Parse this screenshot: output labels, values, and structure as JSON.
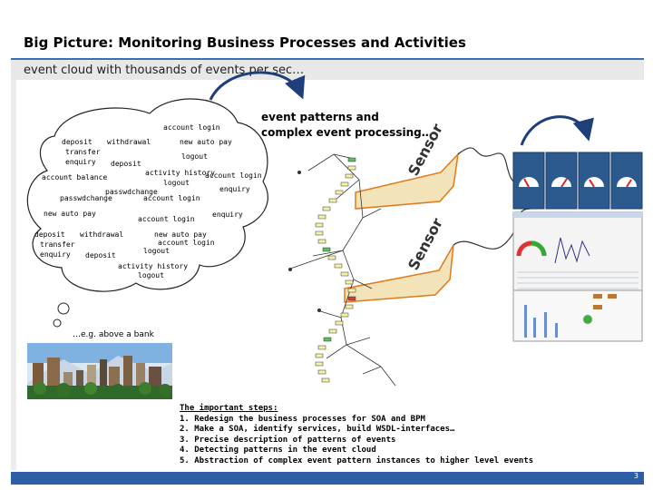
{
  "slide": {
    "title": "Big Picture: Monitoring Business Processes and Activities",
    "subtitle": "event cloud with thousands of events per sec…",
    "page_number": "3"
  },
  "cloud_events": [
    "account login",
    "deposit",
    "withdrawal",
    "new auto pay",
    "transfer",
    "logout",
    "enquiry",
    "deposit",
    "activity history",
    "account login",
    "account balance",
    "logout",
    "enquiry",
    "passwdchange",
    "passwdchange",
    "account login",
    "new auto pay",
    "enquiry",
    "account login",
    "deposit",
    "withdrawal",
    "new auto pay",
    "transfer",
    "account login",
    "logout",
    "enquiry",
    "deposit",
    "activity history",
    "logout"
  ],
  "processing": {
    "heading_line1": "event patterns and",
    "heading_line2": "complex event processing…",
    "sensor_label_1": "Sensor",
    "sensor_label_2": "Sensor"
  },
  "bank_caption": "…e.g. above a bank",
  "steps": {
    "title": "The important steps:",
    "items": [
      "1. Redesign the business processes for SOA and BPM",
      "2. Make a SOA, identify services, build WSDL-interfaces…",
      "3. Precise description of patterns of events",
      "4. Detecting patterns in the event cloud",
      "5. Abstraction of complex event pattern instances to higher level events"
    ]
  },
  "colors": {
    "rule": "#3a6fb0",
    "footer": "#2e5fa6",
    "sensor_fill": "#f3e3b8",
    "sensor_stroke": "#e07a1a",
    "node_fill": "#f6f1a8",
    "node_green": "#5cc05c",
    "node_red": "#d93b3b",
    "arrow": "#1f3f7a"
  }
}
